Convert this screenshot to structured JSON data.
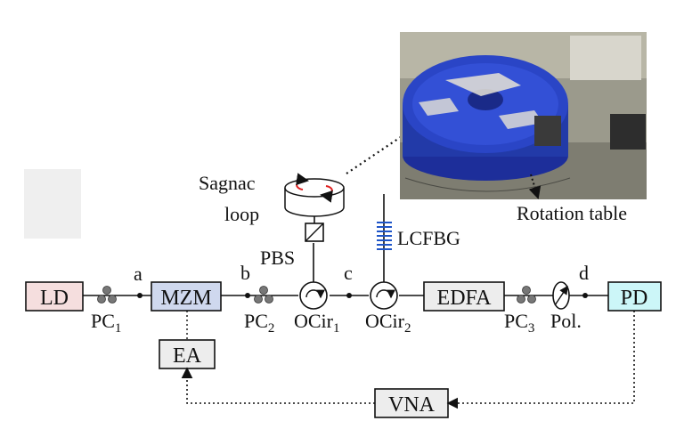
{
  "components": {
    "ld": "LD",
    "mzm": "MZM",
    "edfa": "EDFA",
    "pd": "PD",
    "ea": "EA",
    "vna": "VNA"
  },
  "labels": {
    "pc1_main": "PC",
    "pc1_sub": "1",
    "pc2_main": "PC",
    "pc2_sub": "2",
    "pc3_main": "PC",
    "pc3_sub": "3",
    "ocir1_main": "OCir",
    "ocir1_sub": "1",
    "ocir2_main": "OCir",
    "ocir2_sub": "2",
    "pol": "Pol.",
    "pbs": "PBS",
    "lcfbg": "LCFBG",
    "sagnac_line1": "Sagnac",
    "sagnac_line2": "loop",
    "rotation_table": "Rotation table"
  },
  "points": {
    "a": "a",
    "b": "b",
    "c": "c",
    "d": "d"
  },
  "colors": {
    "ld_fill": "#f5dede",
    "mzm_fill": "#cfd8ee",
    "pd_fill": "#ccf6f8",
    "box_fill": "#ededed",
    "sagnac_arrows": "#e02020",
    "lcfbg_blue": "#1f55c8",
    "spool_blue": "#2a45c6"
  },
  "icons": {
    "polarization_controller": "three-paddle-icon",
    "circulator": "circulator-icon",
    "polarizer": "polarizer-icon",
    "pbs": "beam-splitter-icon",
    "sagnac": "fiber-coil-icon",
    "photo": "fiber-spool-photo"
  }
}
